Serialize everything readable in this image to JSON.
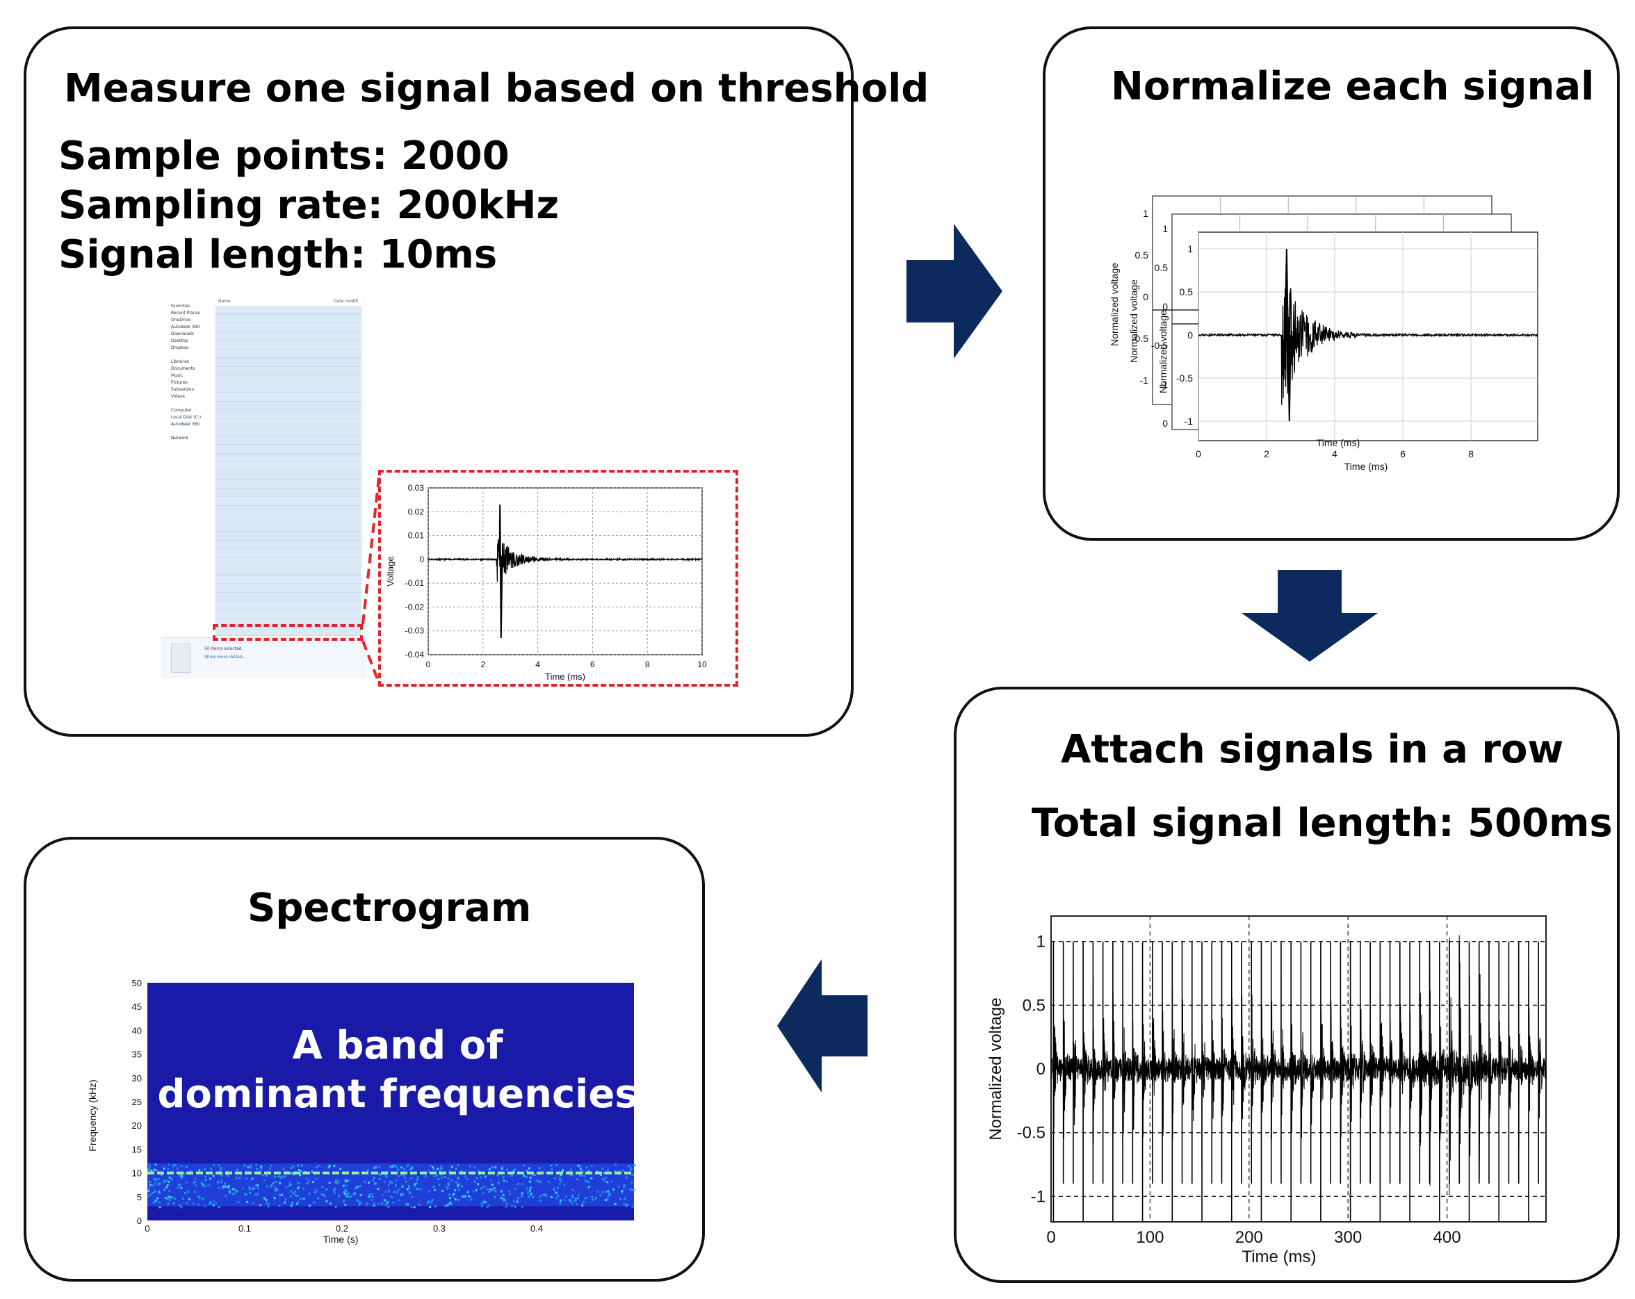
{
  "colors": {
    "arrow": "#0d2a5e",
    "dashed": "#e0242a",
    "spectro_bg": "#1a1aa8"
  },
  "panel1": {
    "title": "Measure one signal based on threshold",
    "specs": [
      "Sample points: 2000",
      "Sampling rate: 200kHz",
      "Signal length: 10ms"
    ],
    "explorer": {
      "header_name": "Name",
      "header_date": "Date modifi",
      "sidebar": [
        "Favorites",
        "Recent Places",
        "OneDrive",
        "Autodesk 360",
        "Downloads",
        "Desktop",
        "Dropbox",
        "",
        "Libraries",
        "Documents",
        "Music",
        "Pictures",
        "Subversion",
        "Videos",
        "",
        "Computer",
        "Local Disk (C:)",
        "Autodesk 360",
        "",
        "Network"
      ],
      "footer_count": "50 items selected",
      "footer_link": "Show more details..."
    },
    "chart": {
      "ylabel": "Voltage",
      "xlabel": "Time (ms)",
      "yticks": [
        "0.03",
        "0.02",
        "0.01",
        "0",
        "-0.01",
        "-0.02",
        "-0.03",
        "-0.04"
      ],
      "xticks": [
        "0",
        "2",
        "4",
        "6",
        "8",
        "10"
      ]
    }
  },
  "panel2": {
    "title": "Normalize each signal",
    "back_chart": {
      "ylabel": "Normalized voltage",
      "yticks_left": [
        "1",
        "0.5",
        "0",
        "-0.5",
        "-1"
      ]
    },
    "mid_chart": {
      "ylabel": "Normalized voltage",
      "yticks": [
        "1",
        "0.5",
        "0",
        "-0.5",
        "-1",
        "0"
      ]
    },
    "front_chart": {
      "ylabel": "Normalized voltage",
      "xlabel_back": "Time (ms)",
      "xlabel": "Time (ms)",
      "yticks": [
        "1",
        "0.5",
        "0",
        "-0.5",
        "-1"
      ],
      "xticks": [
        "0",
        "2",
        "4",
        "6",
        "8"
      ]
    }
  },
  "panel3": {
    "title": "Attach signals in a row",
    "subtitle": "Total signal length: 500ms",
    "chart": {
      "ylabel": "Normalized voltage",
      "xlabel": "Time (ms)",
      "yticks": [
        "1",
        "0.5",
        "0",
        "-0.5",
        "-1"
      ],
      "xticks": [
        "0",
        "100",
        "200",
        "300",
        "400"
      ]
    }
  },
  "panel4": {
    "title": "Spectrogram",
    "overlay_lines": [
      "A band of",
      "dominant frequencies"
    ],
    "chart": {
      "ylabel": "Frequency (kHz)",
      "xlabel": "Time (s)",
      "yticks": [
        "50",
        "45",
        "40",
        "35",
        "30",
        "25",
        "20",
        "15",
        "10",
        "5",
        "0"
      ],
      "xticks": [
        "0",
        "0.1",
        "0.2",
        "0.3",
        "0.4"
      ]
    }
  },
  "chart_data": [
    {
      "type": "line",
      "xlabel": "Time (ms)",
      "ylabel": "Voltage",
      "xlim": [
        0,
        10
      ],
      "ylim": [
        -0.04,
        0.03
      ],
      "series": [
        {
          "x": [
            0,
            2,
            2.4,
            2.55,
            2.6,
            2.65,
            2.7,
            2.8,
            3,
            3.5,
            4,
            5,
            6,
            8,
            10
          ],
          "values": [
            0,
            0,
            0.001,
            0.012,
            0.023,
            -0.033,
            0.015,
            -0.012,
            0.006,
            0.003,
            0.001,
            0.0005,
            0,
            0,
            0
          ]
        }
      ]
    },
    {
      "type": "line",
      "xlabel": "Time (ms)",
      "ylabel": "Normalized voltage",
      "xlim": [
        0,
        10
      ],
      "ylim": [
        -1.2,
        1.2
      ],
      "series": [
        {
          "x": [
            0,
            2,
            2.4,
            2.5,
            2.6,
            2.7,
            2.8,
            3,
            3.5,
            4,
            5,
            6,
            8,
            10
          ],
          "values": [
            0,
            0,
            0.05,
            0.6,
            1,
            -1,
            0.5,
            -0.4,
            0.15,
            0.08,
            0.03,
            0.02,
            0.01,
            0
          ]
        }
      ]
    },
    {
      "type": "line",
      "xlabel": "Time (ms)",
      "ylabel": "Normalized voltage",
      "xlim": [
        0,
        500
      ],
      "ylim": [
        -1.2,
        1.2
      ],
      "series": [
        {
          "note_pulses_every_ms": 10,
          "peak": 1,
          "trough": -1
        }
      ]
    },
    {
      "type": "heatmap",
      "xlabel": "Time (s)",
      "ylabel": "Frequency (kHz)",
      "xlim": [
        0,
        0.5
      ],
      "ylim": [
        0,
        50
      ],
      "dominant_band_khz": [
        3,
        12
      ],
      "peak_line_khz": 10
    }
  ]
}
